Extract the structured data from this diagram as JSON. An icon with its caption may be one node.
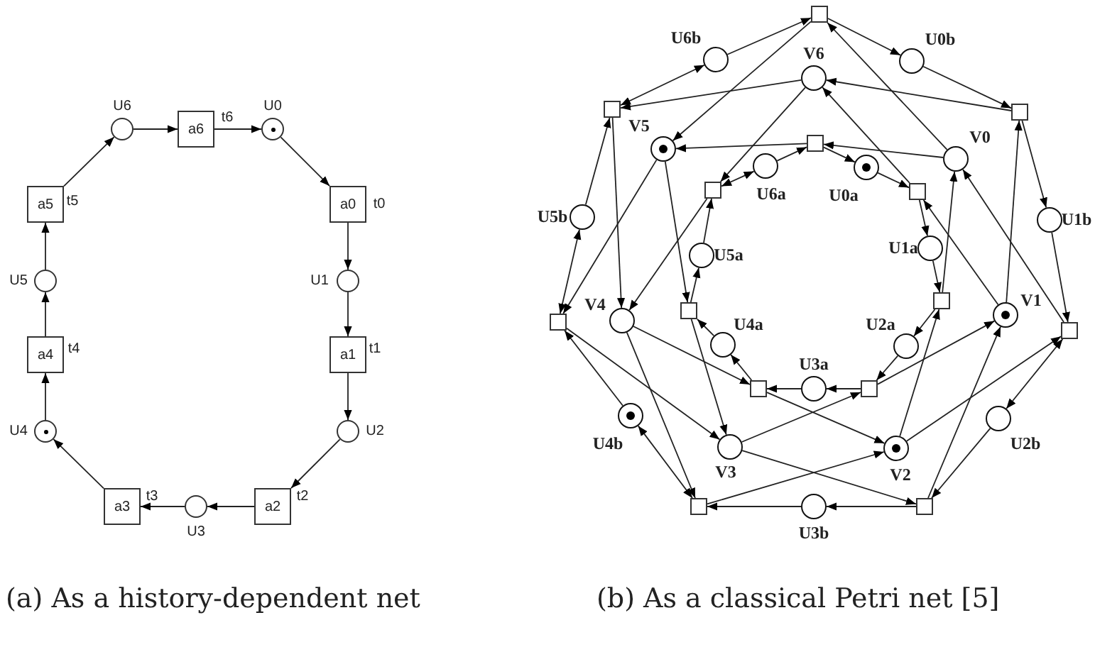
{
  "diagram": {
    "nodes": [
      {
        "text": [],
        "shape": "circle",
        "beside": [
          "U6"
        ]
      },
      {
        "text": [
          "a6"
        ],
        "beside": [
          "t6"
        ]
      },
      {
        "text": [],
        "shape": "circle",
        "beside": [
          "U0"
        ]
      },
      {
        "text": [
          "a0"
        ],
        "beside": [
          "t0"
        ]
      },
      {
        "text": [],
        "shape": "circle",
        "beside": [
          "U1"
        ]
      },
      {
        "text": [
          "a1"
        ],
        "beside": [
          "t1"
        ]
      },
      {
        "text": [],
        "shape": "circle",
        "beside": [
          "U2"
        ]
      },
      {
        "text": [
          "a2"
        ],
        "beside": [
          "t2"
        ]
      },
      {
        "text": [],
        "shape": "circle",
        "beside": [
          "U3"
        ]
      },
      {
        "text": [
          "a3"
        ],
        "beside": [
          "t3"
        ]
      },
      {
        "text": [],
        "shape": "circle",
        "beside": [
          "U4"
        ]
      },
      {
        "text": [
          "a4"
        ],
        "beside": [
          "t4"
        ]
      },
      {
        "text": [],
        "shape": "circle",
        "beside": [
          "U5"
        ]
      },
      {
        "text": [
          "a5"
        ],
        "beside": [
          "t5"
        ]
      },
      {
        "text": [],
        "shape": "box"
      },
      {
        "text": [],
        "shape": "circle",
        "beside": [
          "U6b"
        ]
      },
      {
        "text": [],
        "shape": "circle",
        "beside": [
          "U0b"
        ]
      },
      {
        "text": [],
        "shape": "circle",
        "beside": [
          "V6"
        ]
      },
      {
        "text": [],
        "shape": "box"
      },
      {
        "text": [],
        "shape": "box"
      },
      {
        "text": [],
        "shape": "circle",
        "beside": [
          "V5"
        ]
      },
      {
        "text": [],
        "shape": "circle",
        "beside": [
          "V0"
        ]
      },
      {
        "text": [],
        "shape": "box"
      },
      {
        "text": [],
        "shape": "circle",
        "beside": [
          "U6a"
        ]
      },
      {
        "text": [],
        "shape": "circle",
        "beside": [
          "U0a"
        ]
      },
      {
        "text": [],
        "shape": "box"
      },
      {
        "text": [],
        "shape": "box"
      },
      {
        "text": [],
        "shape": "circle",
        "beside": [
          "U5b"
        ]
      },
      {
        "text": [],
        "shape": "circle",
        "beside": [
          "U1b"
        ]
      },
      {
        "text": [],
        "shape": "circle",
        "beside": [
          "U5a"
        ]
      },
      {
        "text": [],
        "shape": "circle",
        "beside": [
          "U1a"
        ]
      },
      {
        "text": [],
        "shape": "box"
      },
      {
        "text": [],
        "shape": "circle",
        "beside": [
          "V4"
        ]
      },
      {
        "text": [],
        "shape": "box"
      },
      {
        "text": [],
        "shape": "box"
      },
      {
        "text": [],
        "shape": "circle",
        "beside": [
          "V1"
        ]
      },
      {
        "text": [],
        "shape": "box"
      },
      {
        "text": [],
        "shape": "circle",
        "beside": [
          "U4a"
        ]
      },
      {
        "text": [],
        "shape": "circle",
        "beside": [
          "U2a"
        ]
      },
      {
        "text": [],
        "shape": "box"
      },
      {
        "text": [],
        "shape": "circle",
        "beside": [
          "U3a"
        ]
      },
      {
        "text": [],
        "shape": "box"
      },
      {
        "text": [],
        "shape": "circle",
        "beside": [
          "U4b"
        ]
      },
      {
        "text": [],
        "shape": "circle",
        "beside": [
          "U2b"
        ]
      },
      {
        "text": [],
        "shape": "circle",
        "beside": [
          "V3"
        ]
      },
      {
        "text": [],
        "shape": "circle",
        "beside": [
          "V2"
        ]
      },
      {
        "text": [],
        "shape": "box"
      },
      {
        "text": [],
        "shape": "circle",
        "beside": [
          "U3b"
        ]
      },
      {
        "text": [],
        "shape": "box"
      },
      {
        "text": [],
        "shape": "dot",
        "in": 2
      },
      {
        "text": [],
        "shape": "dot",
        "in": 10
      },
      {
        "text": [],
        "shape": "dot",
        "in": 20
      },
      {
        "text": [],
        "shape": "dot",
        "in": 24
      },
      {
        "text": [],
        "shape": "dot",
        "in": 35
      },
      {
        "text": [],
        "shape": "dot",
        "in": 42
      },
      {
        "text": [],
        "shape": "dot",
        "in": 45
      }
    ],
    "edges": [
      {
        "from": 0,
        "to": 1,
        "arrow": "to"
      },
      {
        "from": 1,
        "to": 2,
        "arrow": "to"
      },
      {
        "from": 2,
        "to": 3,
        "arrow": "to"
      },
      {
        "from": 3,
        "to": 4,
        "arrow": "to"
      },
      {
        "from": 4,
        "to": 5,
        "arrow": "to"
      },
      {
        "from": 5,
        "to": 6,
        "arrow": "to"
      },
      {
        "from": 6,
        "to": 7,
        "arrow": "to"
      },
      {
        "from": 7,
        "to": 8,
        "arrow": "to"
      },
      {
        "from": 8,
        "to": 9,
        "arrow": "to"
      },
      {
        "from": 9,
        "to": 10,
        "arrow": "to"
      },
      {
        "from": 10,
        "to": 11,
        "arrow": "to"
      },
      {
        "from": 11,
        "to": 12,
        "arrow": "to"
      },
      {
        "from": 12,
        "to": 13,
        "arrow": "to"
      },
      {
        "from": 13,
        "to": 0,
        "arrow": "to"
      },
      {
        "from": 15,
        "to": 14,
        "arrow": "to"
      },
      {
        "from": 14,
        "to": 16,
        "arrow": "to"
      },
      {
        "from": 16,
        "to": 19,
        "arrow": "to"
      },
      {
        "from": 19,
        "to": 28,
        "arrow": "to"
      },
      {
        "from": 28,
        "to": 36,
        "arrow": "to"
      },
      {
        "from": 36,
        "to": 43,
        "arrow": "both"
      },
      {
        "from": 43,
        "to": 48,
        "arrow": "to"
      },
      {
        "from": 48,
        "to": 47,
        "arrow": "to"
      },
      {
        "from": 47,
        "to": 46,
        "arrow": "to"
      },
      {
        "from": 46,
        "to": 42,
        "arrow": "both"
      },
      {
        "from": 42,
        "to": 31,
        "arrow": "to"
      },
      {
        "from": 31,
        "to": 27,
        "arrow": "both"
      },
      {
        "from": 27,
        "to": 18,
        "arrow": "to"
      },
      {
        "from": 18,
        "to": 15,
        "arrow": "both"
      },
      {
        "from": 23,
        "to": 22,
        "arrow": "to"
      },
      {
        "from": 22,
        "to": 24,
        "arrow": "to"
      },
      {
        "from": 24,
        "to": 26,
        "arrow": "to"
      },
      {
        "from": 26,
        "to": 30,
        "arrow": "to"
      },
      {
        "from": 30,
        "to": 34,
        "arrow": "to"
      },
      {
        "from": 34,
        "to": 38,
        "arrow": "to"
      },
      {
        "from": 38,
        "to": 41,
        "arrow": "to"
      },
      {
        "from": 41,
        "to": 40,
        "arrow": "to"
      },
      {
        "from": 40,
        "to": 39,
        "arrow": "to"
      },
      {
        "from": 39,
        "to": 37,
        "arrow": "to"
      },
      {
        "from": 37,
        "to": 33,
        "arrow": "to"
      },
      {
        "from": 33,
        "to": 29,
        "arrow": "to"
      },
      {
        "from": 29,
        "to": 25,
        "arrow": "to"
      },
      {
        "from": 25,
        "to": 23,
        "arrow": "both"
      },
      {
        "from": 19,
        "to": 17,
        "arrow": "to"
      },
      {
        "from": 26,
        "to": 17,
        "arrow": "to"
      },
      {
        "from": 17,
        "to": 18,
        "arrow": "to"
      },
      {
        "from": 17,
        "to": 25,
        "arrow": "to"
      },
      {
        "from": 14,
        "to": 20,
        "arrow": "to"
      },
      {
        "from": 22,
        "to": 20,
        "arrow": "to"
      },
      {
        "from": 20,
        "to": 31,
        "arrow": "to"
      },
      {
        "from": 20,
        "to": 33,
        "arrow": "to"
      },
      {
        "from": 18,
        "to": 32,
        "arrow": "to"
      },
      {
        "from": 25,
        "to": 32,
        "arrow": "to"
      },
      {
        "from": 32,
        "to": 46,
        "arrow": "to"
      },
      {
        "from": 32,
        "to": 39,
        "arrow": "to"
      },
      {
        "from": 31,
        "to": 44,
        "arrow": "to"
      },
      {
        "from": 33,
        "to": 44,
        "arrow": "to"
      },
      {
        "from": 44,
        "to": 48,
        "arrow": "to"
      },
      {
        "from": 44,
        "to": 41,
        "arrow": "to"
      },
      {
        "from": 46,
        "to": 45,
        "arrow": "to"
      },
      {
        "from": 39,
        "to": 45,
        "arrow": "to"
      },
      {
        "from": 45,
        "to": 36,
        "arrow": "to"
      },
      {
        "from": 45,
        "to": 34,
        "arrow": "to"
      },
      {
        "from": 48,
        "to": 35,
        "arrow": "to"
      },
      {
        "from": 41,
        "to": 35,
        "arrow": "to"
      },
      {
        "from": 35,
        "to": 19,
        "arrow": "to"
      },
      {
        "from": 35,
        "to": 26,
        "arrow": "to"
      },
      {
        "from": 36,
        "to": 21,
        "arrow": "to"
      },
      {
        "from": 34,
        "to": 21,
        "arrow": "to"
      },
      {
        "from": 21,
        "to": 14,
        "arrow": "to"
      },
      {
        "from": 21,
        "to": 22,
        "arrow": "to"
      }
    ],
    "labels": [
      "(a) As a history-dependent net",
      "(b) As a classical Petri net [5]"
    ]
  }
}
